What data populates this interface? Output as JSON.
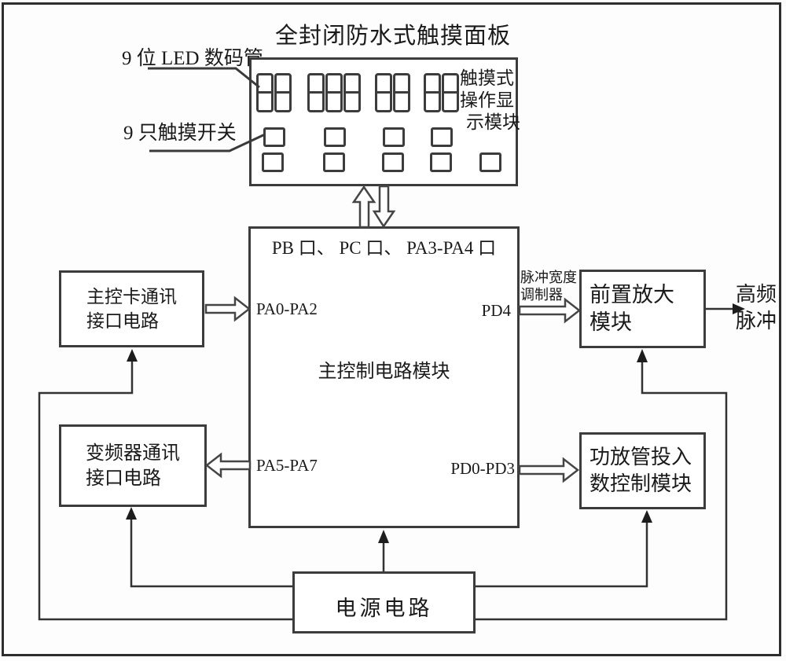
{
  "title": "全封闭防水式触摸面板",
  "callouts": {
    "led": "9 位 LED 数码管",
    "switch": "9 只触摸开关"
  },
  "panel": {
    "digit_groups": [
      2,
      3,
      2,
      2
    ],
    "switch_rows": [
      4,
      5
    ],
    "display_label": [
      "触摸式",
      "操作显",
      "示模块"
    ]
  },
  "main_box": {
    "top_ports": "PB 口、 PC 口、 PA3-PA4 口",
    "center_label": "主控制电路模块",
    "pa0": "PA0-PA2",
    "pd4": "PD4",
    "pa5": "PA5-PA7",
    "pd0": "PD0-PD3"
  },
  "boxes": {
    "master_card": [
      "主控卡通讯",
      "接口电路"
    ],
    "inverter": [
      "变频器通讯",
      "接口电路"
    ],
    "preamp": [
      "前置放大",
      "模块"
    ],
    "amp_count": [
      "功放管投入",
      "数控制模块"
    ],
    "power": "电源电路"
  },
  "annotations": {
    "pwm": [
      "脉冲宽度",
      "调制器"
    ],
    "hf_pulse": [
      "高频",
      "脉冲"
    ]
  },
  "colors": {
    "line": "#3a3a3a",
    "text": "#1a1a1a",
    "background": "#ffffff"
  }
}
